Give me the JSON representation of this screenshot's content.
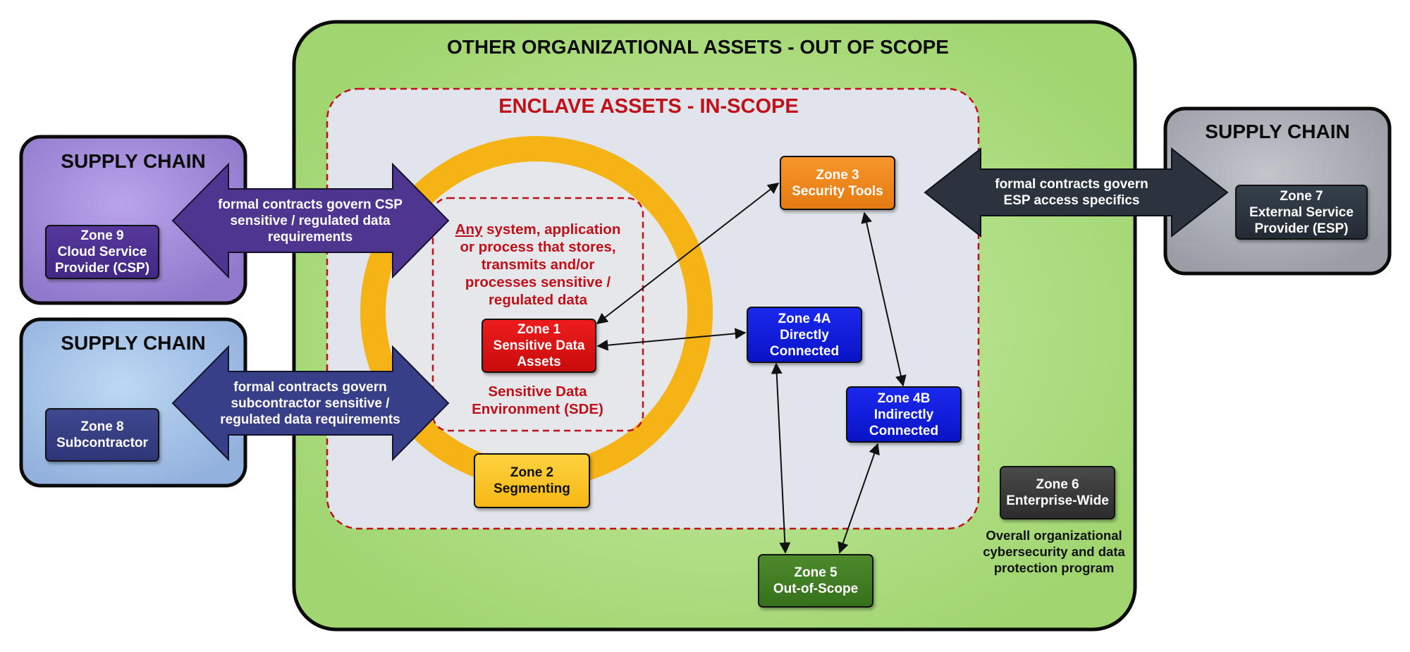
{
  "colors": {
    "outer_green": "#a6d877",
    "enclave_grey": "#e1e4ea",
    "enclave_border": "#c0101a",
    "ring": "#f6b418",
    "csp_purple": "#a48bdc",
    "sub_blue": "#a8c4ea",
    "esp_grey": "#a8abb1",
    "arrow_purple": "#4e3590",
    "arrow_blue": "#363f88",
    "arrow_dark": "#2b333f"
  },
  "titles": {
    "outer": "OTHER ORGANIZATIONAL ASSETS - OUT OF SCOPE",
    "enclave": "ENCLAVE ASSETS - IN-SCOPE",
    "supply_chain_csp": "SUPPLY CHAIN",
    "supply_chain_sub": "SUPPLY CHAIN",
    "supply_chain_esp": "SUPPLY CHAIN"
  },
  "arrows": {
    "csp": [
      "formal contracts govern CSP",
      "sensitive / regulated data",
      "requirements"
    ],
    "sub": [
      "formal contracts govern",
      "subcontractor sensitive /",
      "regulated data requirements"
    ],
    "esp": [
      "formal contracts govern",
      "ESP access specifics"
    ]
  },
  "sde": {
    "any_word": "Any",
    "desc_first": " system, application",
    "desc_rest": [
      "or process that stores,",
      "transmits and/or",
      "processes sensitive /",
      "regulated data"
    ],
    "label": [
      "Sensitive Data",
      "Environment (SDE)"
    ]
  },
  "zones": {
    "z1": [
      "Zone 1",
      "Sensitive Data",
      "Assets"
    ],
    "z2": [
      "Zone 2",
      "Segmenting"
    ],
    "z3": [
      "Zone 3",
      "Security Tools"
    ],
    "z4a": [
      "Zone 4A",
      "Directly",
      "Connected"
    ],
    "z4b": [
      "Zone 4B",
      "Indirectly",
      "Connected"
    ],
    "z5": [
      "Zone 5",
      "Out-of-Scope"
    ],
    "z6": [
      "Zone 6",
      "Enterprise-Wide"
    ],
    "z7": [
      "Zone 7",
      "External Service",
      "Provider (ESP)"
    ],
    "z8": [
      "Zone 8",
      "Subcontractor"
    ],
    "z9": [
      "Zone 9",
      "Cloud Service",
      "Provider (CSP)"
    ]
  },
  "enterprise_note": [
    "Overall organizational",
    "cybersecurity and data",
    "protection program"
  ]
}
